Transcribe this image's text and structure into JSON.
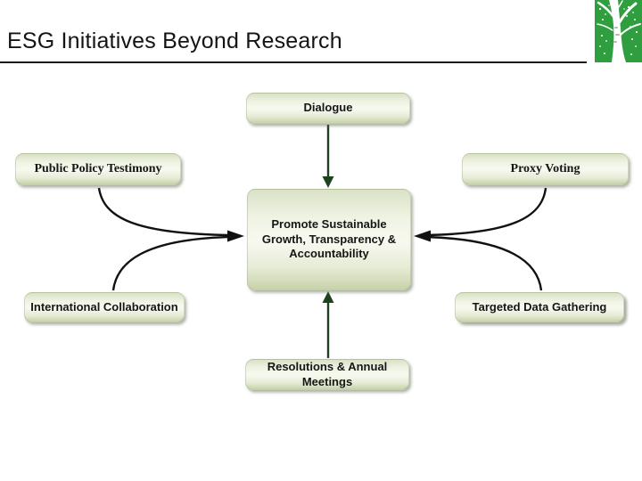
{
  "slide": {
    "title": "ESG Initiatives Beyond Research"
  },
  "logo": {
    "icon": "tree-icon",
    "bg_color": "#2f9e3f"
  },
  "diagram": {
    "center_label": "Promote Sustainable Growth, Transparency & Accountability",
    "nodes": {
      "dialogue": "Dialogue",
      "public_policy": "Public Policy Testimony",
      "proxy_voting": "Proxy Voting",
      "intl_collab": "International Collaboration",
      "targeted_data": "Targeted Data Gathering",
      "resolutions": "Resolutions & Annual Meetings"
    },
    "colors": {
      "box_gradient_top": "#d9e2c6",
      "box_gradient_mid": "#f7f9ef",
      "box_gradient_bottom": "#c7d2aa",
      "straight_arrow": "#1e421e",
      "curved_arrow": "#111111",
      "title_text": "#141414",
      "node_text": "#161616"
    }
  }
}
